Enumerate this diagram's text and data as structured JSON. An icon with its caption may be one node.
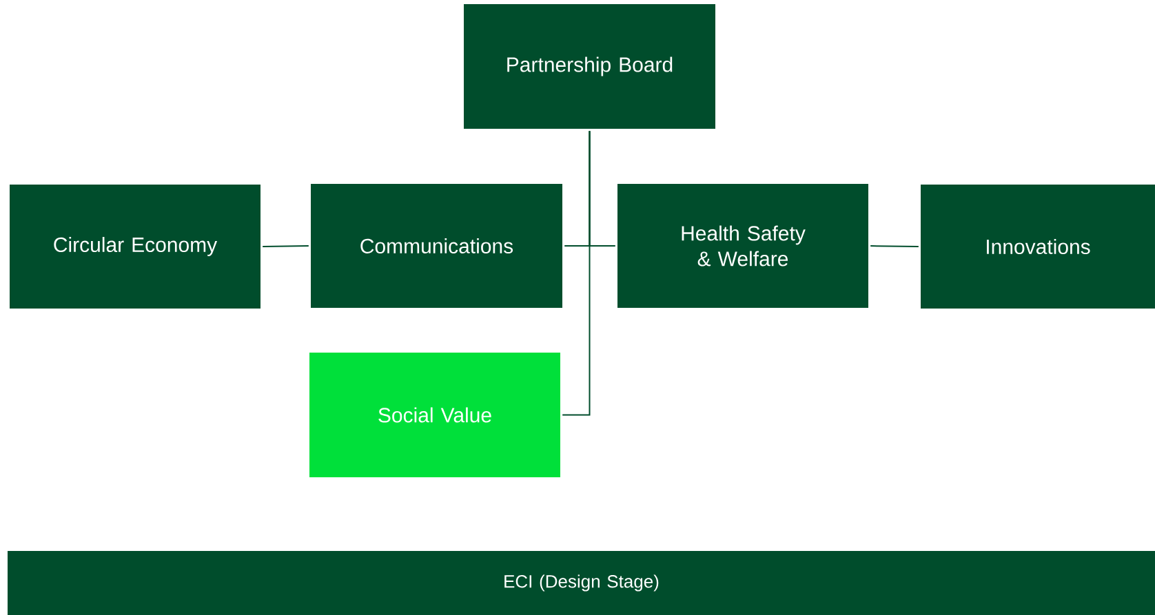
{
  "diagram": {
    "nodes": [
      {
        "text": [
          "Partnership Board"
        ]
      },
      {
        "text": [
          "Circular Economy"
        ]
      },
      {
        "text": [
          "Communications"
        ]
      },
      {
        "text": [
          "Health Safety & Welfare"
        ]
      },
      {
        "text": [
          "Innovations"
        ]
      },
      {
        "text": [
          "Social Value"
        ]
      },
      {
        "text": [
          "ECI (Design Stage)"
        ]
      }
    ],
    "edges": [
      {
        "from": 1,
        "to": 2,
        "arrow": "none"
      },
      {
        "from": 0,
        "to": 2,
        "arrow": "none"
      },
      {
        "from": 0,
        "to": 3,
        "arrow": "none"
      },
      {
        "from": 3,
        "to": 4,
        "arrow": "none"
      },
      {
        "from": 0,
        "to": 5,
        "arrow": "none"
      }
    ]
  }
}
